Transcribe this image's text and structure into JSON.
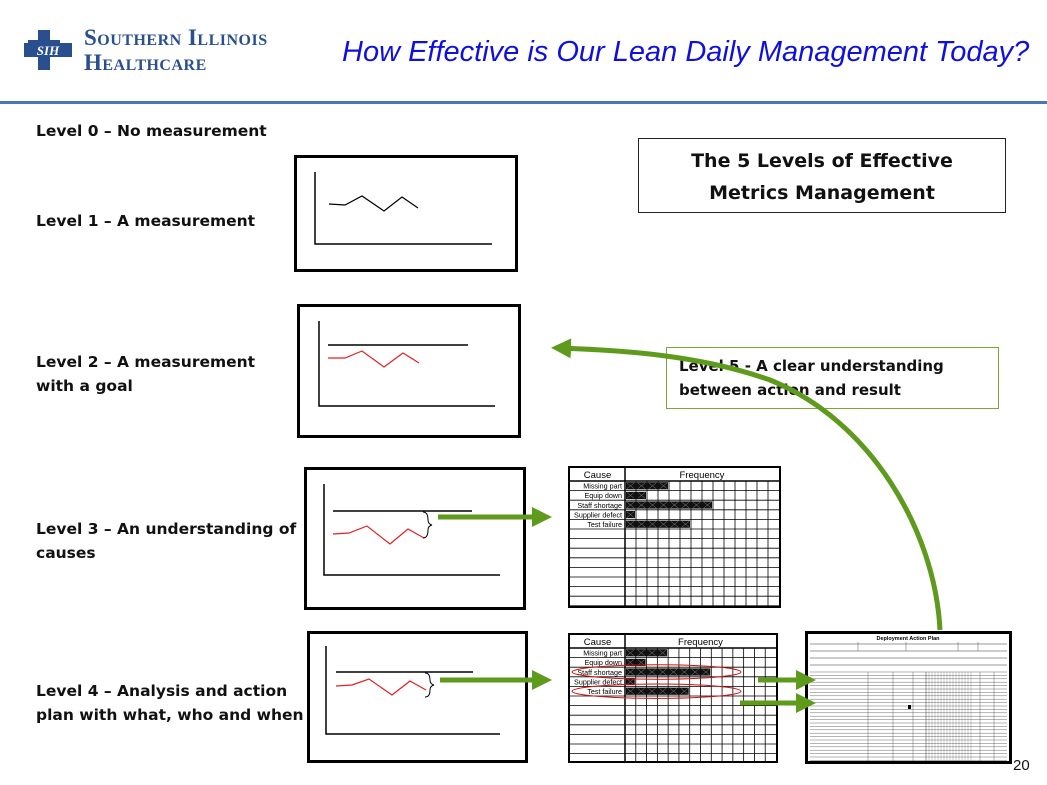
{
  "header": {
    "org_line1": "Southern Illinois",
    "org_line2": "Healthcare",
    "logo_letters": "SIH",
    "title": "How Effective is Our Lean Daily Management Today?"
  },
  "levels": [
    {
      "id": 0,
      "lines": [
        "Level 0 – No measurement"
      ]
    },
    {
      "id": 1,
      "lines": [
        "Level 1 – A measurement"
      ]
    },
    {
      "id": 2,
      "lines": [
        "Level 2 – A measurement",
        "with a goal"
      ]
    },
    {
      "id": 3,
      "lines": [
        "Level 3 – An understanding of",
        "causes"
      ]
    },
    {
      "id": 4,
      "lines": [
        "Level 4 – Analysis and action",
        "plan with what, who and when"
      ]
    }
  ],
  "levels_box": {
    "line1": "The 5 Levels of Effective",
    "line2": "Metrics Management"
  },
  "level5": {
    "line1": "Level 5 - A clear understanding",
    "line2": "between action and result"
  },
  "pareto": {
    "col_cause": "Cause",
    "col_frequency": "Frequency",
    "causes": [
      "Missing part",
      "Equip down",
      "Staff shortage",
      "Supplier defect",
      "Test failure"
    ],
    "counts": [
      4,
      2,
      8,
      1,
      6
    ]
  },
  "action_plan": {
    "title": "Deployment Action Plan"
  },
  "page_number": "20",
  "colors": {
    "title": "#1010dd",
    "rule": "#4a76b8",
    "arrow": "#5e9a1c",
    "goal_line": "#000000",
    "trend_line": "#e02020",
    "level5_border": "#7aa63a"
  }
}
